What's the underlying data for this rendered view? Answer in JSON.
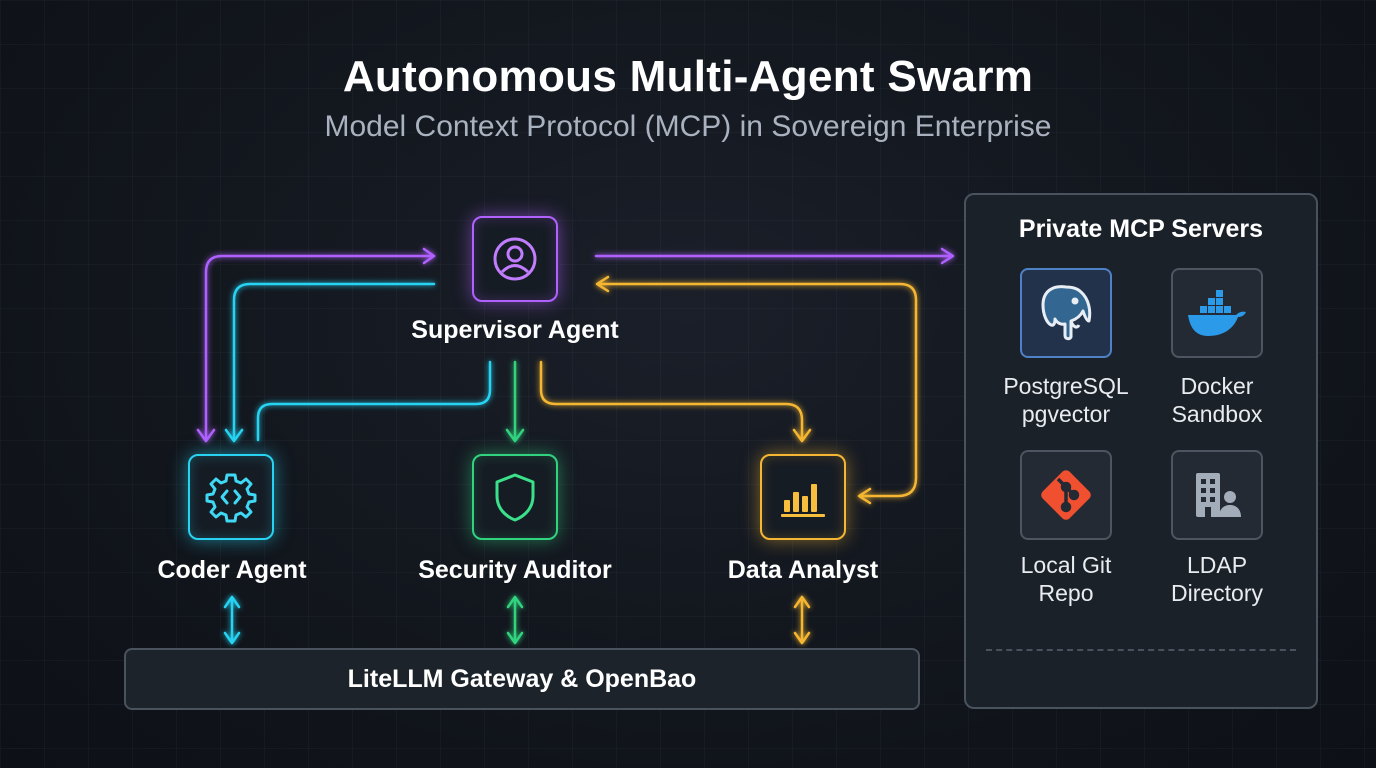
{
  "title": "Autonomous Multi-Agent Swarm",
  "subtitle": "Model Context Protocol (MCP) in Sovereign Enterprise",
  "colors": {
    "supervisor": "#b061ff",
    "coder": "#28d3f2",
    "security": "#31d37f",
    "analyst": "#f5b733"
  },
  "nodes": {
    "supervisor": {
      "label": "Supervisor Agent",
      "icon": "user-icon"
    },
    "coder": {
      "label": "Coder Agent",
      "icon": "gear-code-icon"
    },
    "security": {
      "label": "Security Auditor",
      "icon": "shield-icon"
    },
    "analyst": {
      "label": "Data Analyst",
      "icon": "bar-chart-icon"
    }
  },
  "gateway": {
    "label": "LiteLLM Gateway & OpenBao"
  },
  "mcp_panel": {
    "title": "Private MCP Servers",
    "servers": [
      {
        "line1": "PostgreSQL",
        "line2": "pgvector",
        "icon": "postgresql-elephant-icon"
      },
      {
        "line1": "Docker",
        "line2": "Sandbox",
        "icon": "docker-whale-icon"
      },
      {
        "line1": "Local Git",
        "line2": "Repo",
        "icon": "git-icon"
      },
      {
        "line1": "LDAP",
        "line2": "Directory",
        "icon": "directory-building-icon"
      }
    ]
  }
}
